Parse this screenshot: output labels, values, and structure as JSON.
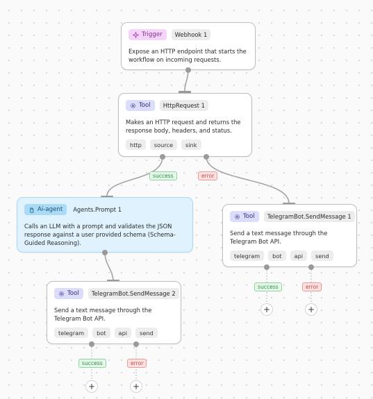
{
  "nodes": {
    "webhook": {
      "type_label": "Trigger",
      "name": "Webhook 1",
      "description": "Expose an HTTP endpoint that starts the workflow on incoming requests."
    },
    "http": {
      "type_label": "Tool",
      "name": "HttpRequest 1",
      "description": "Makes an HTTP request and returns the response body, headers, and status.",
      "tags": [
        "http",
        "source",
        "sink"
      ]
    },
    "agent": {
      "type_label": "Ai-agent",
      "name": "Agents.Prompt 1",
      "description": "Calls an LLM with a prompt and validates the JSON response against a user provided schema (Schema-Guided Reasoning)."
    },
    "telegram1": {
      "type_label": "Tool",
      "name": "TelegramBot.SendMessage 1",
      "description": "Send a text message through the Telegram Bot API.",
      "tags": [
        "telegram",
        "bot",
        "api",
        "send"
      ]
    },
    "telegram2": {
      "type_label": "Tool",
      "name": "TelegramBot.SendMessage 2",
      "description": "Send a text message through the Telegram Bot API.",
      "tags": [
        "telegram",
        "bot",
        "api",
        "send"
      ]
    }
  },
  "edge_labels": {
    "success": "success",
    "error": "error"
  },
  "add_symbol": "+",
  "icons": {
    "trigger": "sparkle-icon",
    "tool": "gear-icon",
    "agent": "hand-icon"
  },
  "colors": {
    "trigger_accent": "#f6d4f9",
    "tool_accent": "#dcdcfb",
    "agent_accent": "#a9dbf7",
    "agent_node_bg": "#dff2fd",
    "success": "#2f8c46",
    "error": "#c24a4a"
  }
}
